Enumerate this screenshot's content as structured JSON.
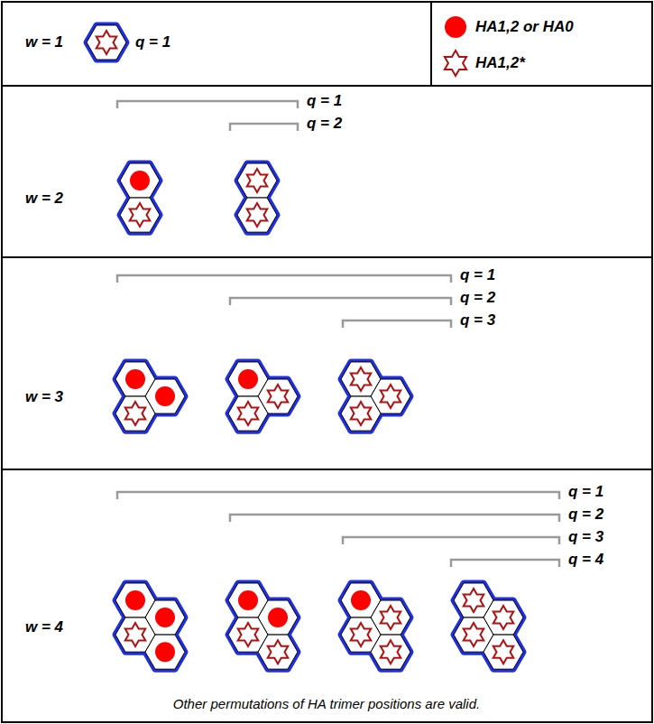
{
  "diagram": {
    "labels": [
      "w = 1",
      "q = 1",
      "w = 2",
      "q = 1",
      "q = 2",
      "w = 3",
      "q = 1",
      "q = 2",
      "q = 3",
      "w = 4",
      "q = 1",
      "q = 2",
      "q = 3",
      "q = 4",
      "Other permutations of HA trimer positions are valid."
    ],
    "legend": [
      {
        "text": "HA1,2 or HA0"
      },
      {
        "text": "HA1,2*"
      }
    ]
  }
}
